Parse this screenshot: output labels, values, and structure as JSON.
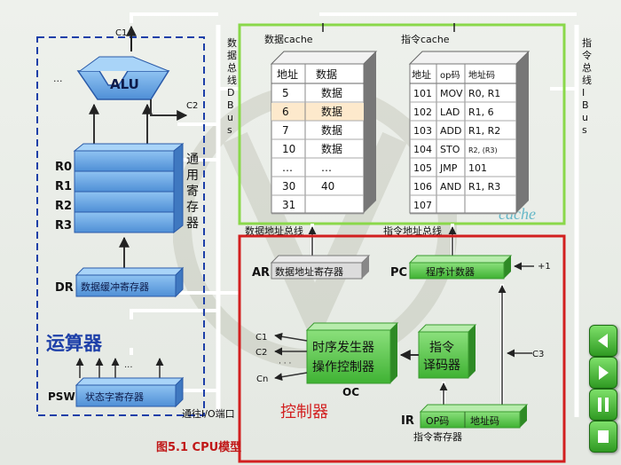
{
  "figure": {
    "caption": "图5.1  CPU模型"
  },
  "alu_section": {
    "name": "运算器",
    "alu_label": "ALU",
    "c1": "C1",
    "c2": "C2",
    "ellipsis": "...",
    "registers": [
      "R0",
      "R1",
      "R2",
      "R3"
    ],
    "gpr_label": [
      "通",
      "用",
      "寄",
      "存",
      "器"
    ],
    "dr_tag": "DR",
    "dr_name": "数据缓冲寄存器",
    "psw_tag": "PSW",
    "psw_name": "状态字寄存器",
    "io_port": "通往I/O端口"
  },
  "data_bus": {
    "label": [
      "数",
      "据",
      "总",
      "线",
      "D",
      "B",
      "u",
      "s"
    ]
  },
  "instr_bus": {
    "label": [
      "指",
      "令",
      "总",
      "线",
      "I",
      "B",
      "u",
      "s"
    ]
  },
  "cache": {
    "label": "cache",
    "data_cache": {
      "title": "数据cache",
      "headers": [
        "地址",
        "数据"
      ],
      "rows": [
        [
          "5",
          "数据"
        ],
        [
          "6",
          "数据"
        ],
        [
          "7",
          "数据"
        ],
        [
          "10",
          "数据"
        ],
        [
          "…",
          "…"
        ],
        [
          "30",
          "40"
        ],
        [
          "31",
          ""
        ]
      ]
    },
    "instr_cache": {
      "title": "指令cache",
      "headers": [
        "地址",
        "op码",
        "地址码"
      ],
      "rows": [
        [
          "101",
          "MOV",
          "R0, R1"
        ],
        [
          "102",
          "LAD",
          "R1, 6"
        ],
        [
          "103",
          "ADD",
          "R1, R2"
        ],
        [
          "104",
          "STO",
          "R2, (R3)"
        ],
        [
          "105",
          "JMP",
          "101"
        ],
        [
          "106",
          "AND",
          "R1, R3"
        ],
        [
          "107",
          "",
          ""
        ]
      ]
    }
  },
  "control": {
    "name": "控制器",
    "data_addr_bus": "数据地址总线",
    "instr_addr_bus": "指令地址总线",
    "ar_tag": "AR",
    "ar_name": "数据地址寄存器",
    "pc_tag": "PC",
    "pc_name": "程序计数器",
    "plus_one": "+1",
    "timing_line1": "时序发生器",
    "timing_line2": "操作控制器",
    "oc": "OC",
    "signals": [
      "C1",
      "C2",
      "Cn"
    ],
    "signal_dots": "·  ·  ·",
    "decoder_line1": "指令",
    "decoder_line2": "译码器",
    "c3": "C3",
    "ir_tag": "IR",
    "ir_op": "OP码",
    "ir_addr": "地址码",
    "ir_name": "指令寄存器"
  },
  "side_buttons": [
    {
      "name": "prev-button",
      "icon": "triangle-left-icon"
    },
    {
      "name": "next-button",
      "icon": "triangle-right-icon"
    },
    {
      "name": "pause-button",
      "icon": "pause-icon"
    },
    {
      "name": "stop-button",
      "icon": "stop-icon"
    }
  ]
}
